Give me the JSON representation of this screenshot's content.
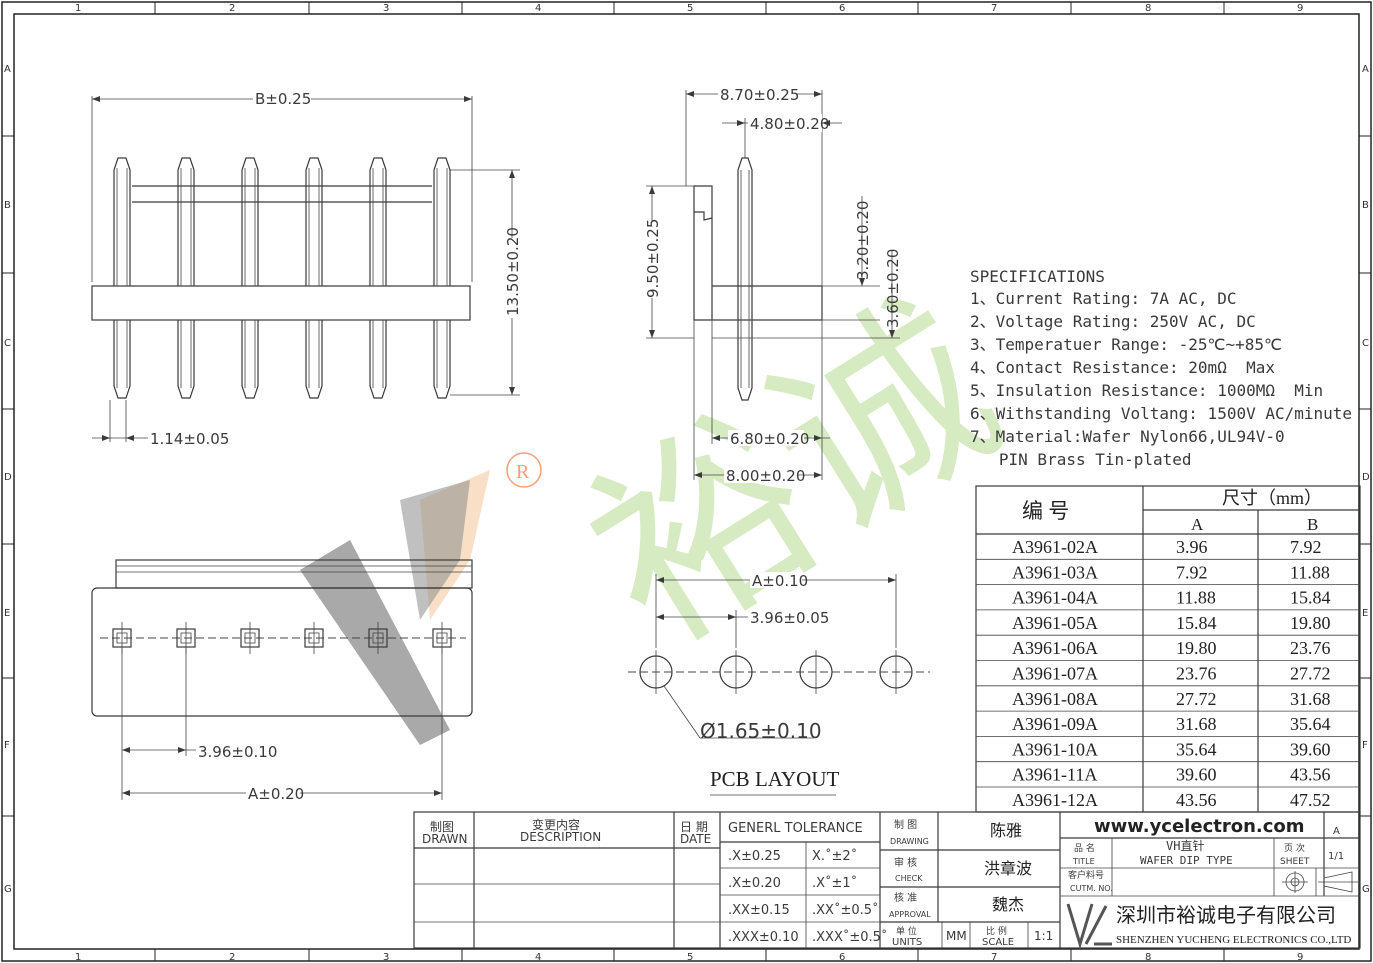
{
  "zone_cols": [
    "1",
    "2",
    "3",
    "4",
    "5",
    "6",
    "7",
    "8",
    "9"
  ],
  "zone_rows": [
    "A",
    "B",
    "C",
    "D",
    "E",
    "F",
    "G"
  ],
  "dims": {
    "b_width": "B±0.25",
    "height_13": "13.50±0.20",
    "pin_pitch_1": "1.14±0.05",
    "side_8_70": "8.70±0.25",
    "side_4_80": "4.80±0.20",
    "side_9_50": "9.50±0.25",
    "side_3_20": "3.20±0.20",
    "side_3_60": "3.60±0.20",
    "side_6_80": "6.80±0.20",
    "side_8_00": "8.00±0.20",
    "bottom_3_96": "3.96±0.10",
    "bottom_a": "A±0.20",
    "pcb_a": "A±0.10",
    "pcb_3_96": "3.96±0.05",
    "pcb_hole": "Ø1.65±0.10"
  },
  "pcb_layout_title": "PCB LAYOUT",
  "specifications": {
    "title": "SPECIFICATIONS",
    "lines": [
      "1、Current Rating: 7A AC, DC",
      "2、Voltage Rating: 250V AC, DC",
      "3、Temperatuer Range: -25℃~+85℃",
      "4、Contact Resistance: 20mΩ  Max",
      "5、Insulation Resistance: 1000MΩ  Min",
      "6、Withstanding Voltang: 1500V AC/minute",
      "7、Material:Wafer Nylon66,UL94V-0",
      "   PIN Brass Tin-plated"
    ]
  },
  "part_table": {
    "header_part": "编  号",
    "header_size": "尺寸（mm）",
    "col_a": "A",
    "col_b": "B",
    "rows": [
      [
        "A3961-02A",
        "3.96",
        "7.92"
      ],
      [
        "A3961-03A",
        "7.92",
        "11.88"
      ],
      [
        "A3961-04A",
        "11.88",
        "15.84"
      ],
      [
        "A3961-05A",
        "15.84",
        "19.80"
      ],
      [
        "A3961-06A",
        "19.80",
        "23.76"
      ],
      [
        "A3961-07A",
        "23.76",
        "27.72"
      ],
      [
        "A3961-08A",
        "27.72",
        "31.68"
      ],
      [
        "A3961-09A",
        "31.68",
        "35.64"
      ],
      [
        "A3961-10A",
        "35.64",
        "39.60"
      ],
      [
        "A3961-11A",
        "39.60",
        "43.56"
      ],
      [
        "A3961-12A",
        "43.56",
        "47.52"
      ]
    ]
  },
  "title_block": {
    "drawn_cn": "制图",
    "drawn_en": "DRAWN",
    "desc_cn": "变更内容",
    "desc_en": "DESCRIPTION",
    "date_cn": "日 期",
    "date_en": "DATE",
    "tolerance_title": "GENERL TOLERANCE",
    "tolerances": [
      [
        ".X±0.25",
        "X.˚±2˚"
      ],
      [
        ".X±0.20",
        ".X˚±1˚"
      ],
      [
        ".XX±0.15",
        ".XX˚±0.5˚"
      ],
      [
        ".XXX±0.10",
        ".XXX˚±0.5˚"
      ]
    ],
    "drawing_cn": "制 图",
    "drawing_en": "DRAWING",
    "drawing_name": "陈雅",
    "check_cn": "审 核",
    "check_en": "CHECK",
    "check_name": "洪章波",
    "approval_cn": "核 准",
    "approval_en": "APPROVAL",
    "approval_name": "魏杰",
    "units_cn": "单 位",
    "units_en": "UNITS",
    "units_val": "MM",
    "scale_cn": "比 例",
    "scale_en": "SCALE",
    "scale_val": "1:1",
    "website": "www.ycelectron.com",
    "rev": "A",
    "title_cn_label": "品 名",
    "title_en_label": "TITLE",
    "title_cn": "VH直针",
    "title_en": "WAFER DIP TYPE",
    "sheet_cn": "页 次",
    "sheet_en": "SHEET",
    "sheet_val": "1/1",
    "cust_cn": "客户料号",
    "cust_en": "CUTM. NO.",
    "company_cn": "深圳市裕诚电子有限公司",
    "company_en": "SHENZHEN YUCHENG ELECTRONICS CO.,LTD"
  },
  "watermark": {
    "cn": "裕诚",
    "mark": "R"
  },
  "colors": {
    "line": "#3a3a3a",
    "watermark_green": "#cfe8b8",
    "watermark_gray": "#8c8c8c",
    "watermark_orange": "#f4c9a0"
  }
}
